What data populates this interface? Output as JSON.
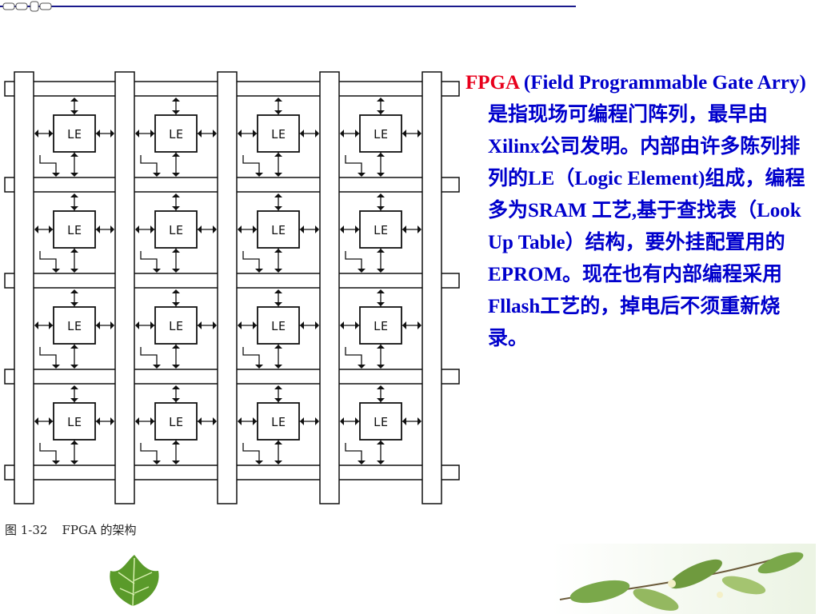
{
  "slide": {
    "caption": {
      "figure_number": "图 1-32",
      "figure_title": "FPGA 的架构"
    },
    "description": {
      "lead_term": "FPGA",
      "body": " (Field Programmable Gate Arry)是指现场可编程门阵列，最早由Xilinx公司发明。内部由许多陈列排列的LE（Logic Element)组成，编程多为SRAM 工艺,基于查找表（Look Up Table）结构，要外挂配置用的EPROM。现在也有内部编程采用Fllash工艺的，掉电后不须重新烧录。"
    }
  },
  "diagram": {
    "cell_label": "LE",
    "rows": 4,
    "columns": 4
  },
  "colors": {
    "description_text": "#0000cc",
    "lead_term": "#e8001c",
    "rule": "#1a1a8c",
    "diagram_line": "#111111"
  }
}
